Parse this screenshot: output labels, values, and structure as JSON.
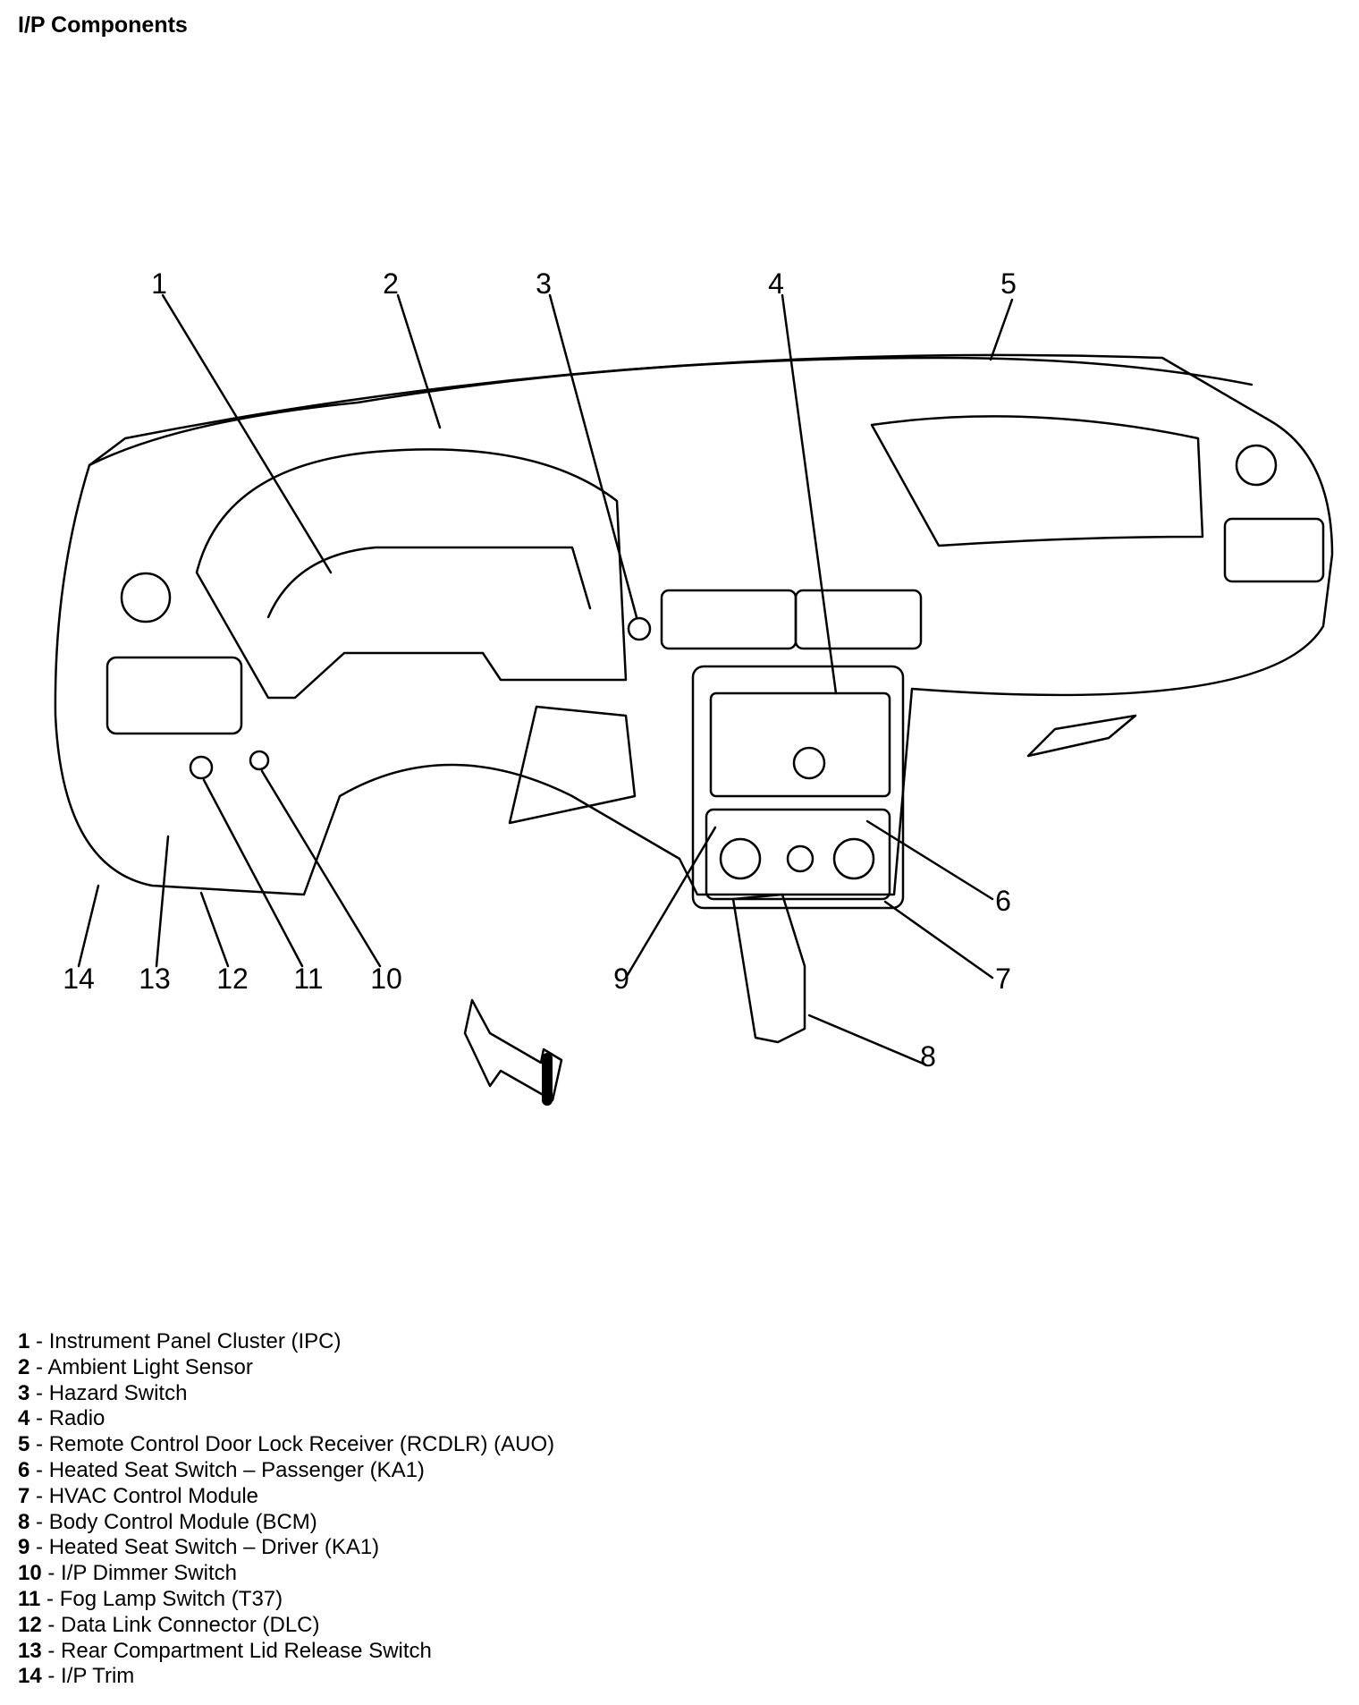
{
  "title": "I/P Components",
  "callouts": [
    "1",
    "2",
    "3",
    "4",
    "5",
    "6",
    "7",
    "8",
    "9",
    "10",
    "11",
    "12",
    "13",
    "14"
  ],
  "legend": [
    {
      "num": "1",
      "sep": " - ",
      "label": "Instrument Panel Cluster (IPC)"
    },
    {
      "num": "2",
      "sep": " - ",
      "label": "Ambient Light Sensor"
    },
    {
      "num": "3",
      "sep": " - ",
      "label": "Hazard Switch"
    },
    {
      "num": "4",
      "sep": " - ",
      "label": "Radio"
    },
    {
      "num": "5",
      "sep": " - ",
      "label": "Remote Control Door Lock Receiver (RCDLR) (AUO)"
    },
    {
      "num": "6",
      "sep": " - ",
      "label": "Heated Seat Switch – Passenger (KA1)"
    },
    {
      "num": "7",
      "sep": " - ",
      "label": "HVAC Control Module"
    },
    {
      "num": "8",
      "sep": " - ",
      "label": "Body Control Module (BCM)"
    },
    {
      "num": "9",
      "sep": " - ",
      "label": "Heated Seat Switch – Driver (KA1)"
    },
    {
      "num": "10",
      "sep": " - ",
      "label": "I/P Dimmer Switch"
    },
    {
      "num": "11",
      "sep": " - ",
      "label": "Fog Lamp Switch (T37)"
    },
    {
      "num": "12",
      "sep": " - ",
      "label": "Data Link Connector (DLC)"
    },
    {
      "num": "13",
      "sep": " - ",
      "label": "Rear Compartment Lid Release Switch"
    },
    {
      "num": "14",
      "sep": " - ",
      "label": "I/P Trim"
    }
  ]
}
